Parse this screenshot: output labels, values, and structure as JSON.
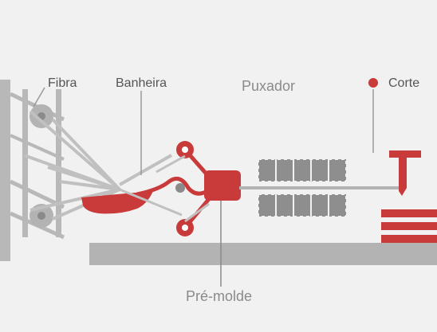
{
  "labels": {
    "fibra": "Fibra",
    "banheira": "Banheira",
    "puxador": "Puxador",
    "corte": "Corte",
    "pre_molde": "Pré-molde"
  },
  "colors": {
    "background": "#f1f1f1",
    "gray": "#b3b3b3",
    "dark_gray": "#8a8a8a",
    "accent_red": "#c93a3a",
    "white": "#ffffff"
  }
}
